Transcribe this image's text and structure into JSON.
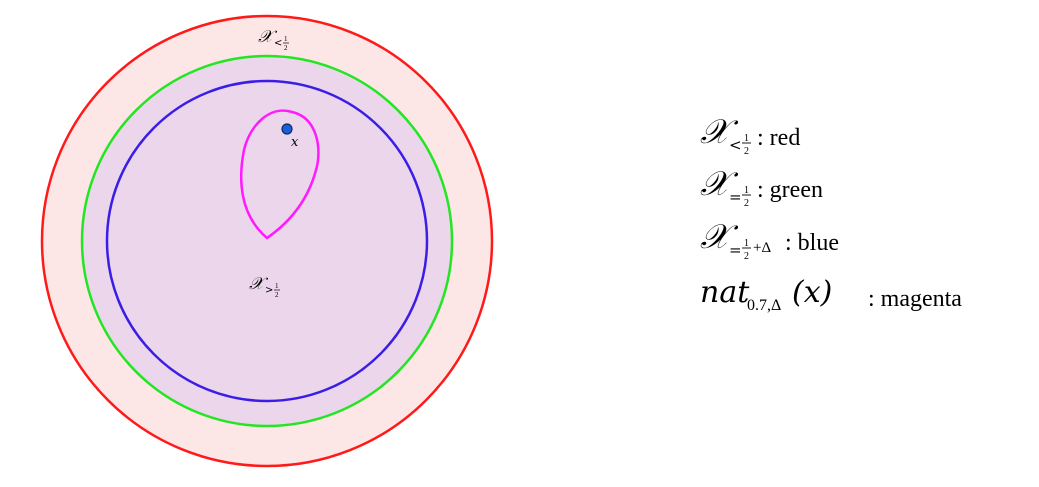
{
  "diagram": {
    "regions": [
      {
        "id": "outer",
        "stroke": "#ff1a1a",
        "fill": "#fde6e6"
      },
      {
        "id": "middle",
        "stroke": "#22e622",
        "fill": "#ecd6ec"
      },
      {
        "id": "inner",
        "stroke": "#3a1ee6",
        "fill": "#ecd6ec"
      }
    ],
    "curve": {
      "stroke": "#ff1aff"
    },
    "point": {
      "label": "x",
      "fill": "#1a5fd6",
      "stroke": "#0b2a66"
    },
    "labels": {
      "outer_region": {
        "base": "𝒳",
        "sub_prefix": "<",
        "frac_num": "1",
        "frac_den": "2"
      },
      "inner_region": {
        "base": "𝒳",
        "sub_prefix": ">",
        "frac_num": "1",
        "frac_den": "2"
      }
    }
  },
  "legend": [
    {
      "base": "𝒳",
      "sub_prefix": "<",
      "frac_num": "1",
      "frac_den": "2",
      "sub_suffix": "",
      "text": ": red"
    },
    {
      "base": "𝒳",
      "sub_prefix": "=",
      "frac_num": "1",
      "frac_den": "2",
      "sub_suffix": "",
      "text": ": green"
    },
    {
      "base": "𝒳",
      "sub_prefix": "=",
      "frac_num": "1",
      "frac_den": "2",
      "sub_suffix": "+Δ",
      "text": ": blue"
    },
    {
      "base": "nat",
      "sub": "0.7,Δ",
      "arg": "(x)",
      "text": ": magenta"
    }
  ]
}
